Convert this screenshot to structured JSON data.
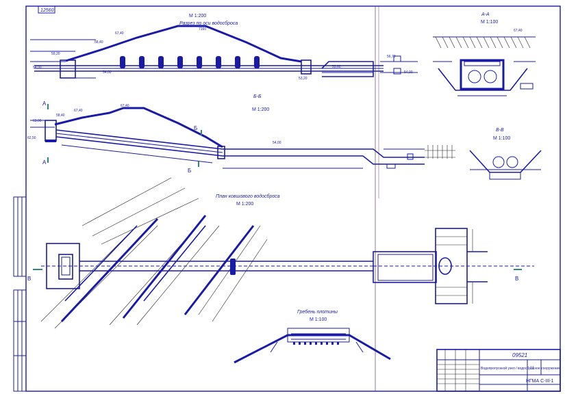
{
  "stamp": "12560",
  "section_main": {
    "title": "Разрез по оси водосброса",
    "scale": "М 1:200"
  },
  "section_bb": {
    "title": "Б-Б",
    "scale": "М 1:200"
  },
  "section_aa": {
    "title": "А-А",
    "scale": "М 1:100"
  },
  "section_vv": {
    "title": "В-В",
    "scale": "М 1:100"
  },
  "plan": {
    "title": "План ковшового водосброса",
    "scale": "М 1:200"
  },
  "crest": {
    "title": "Гребень плотины",
    "scale": "М 1:100"
  },
  "cut_marks": {
    "a": "А",
    "b": "Б",
    "v": "В"
  },
  "elevations": [
    "7160",
    "67,40",
    "58,40",
    "59,20",
    "54,00",
    "54,00",
    "56,70",
    "54,00",
    "53,20",
    "53,60",
    "67,40",
    "58,40",
    "62,50",
    "63,00",
    "54,00",
    "67,40"
  ],
  "title_block": {
    "doc_code": "09521",
    "description": "Водопропускной узел / водосбросное сооружение",
    "sheet": "11",
    "drawing_code": "НГМА С-III-1"
  }
}
